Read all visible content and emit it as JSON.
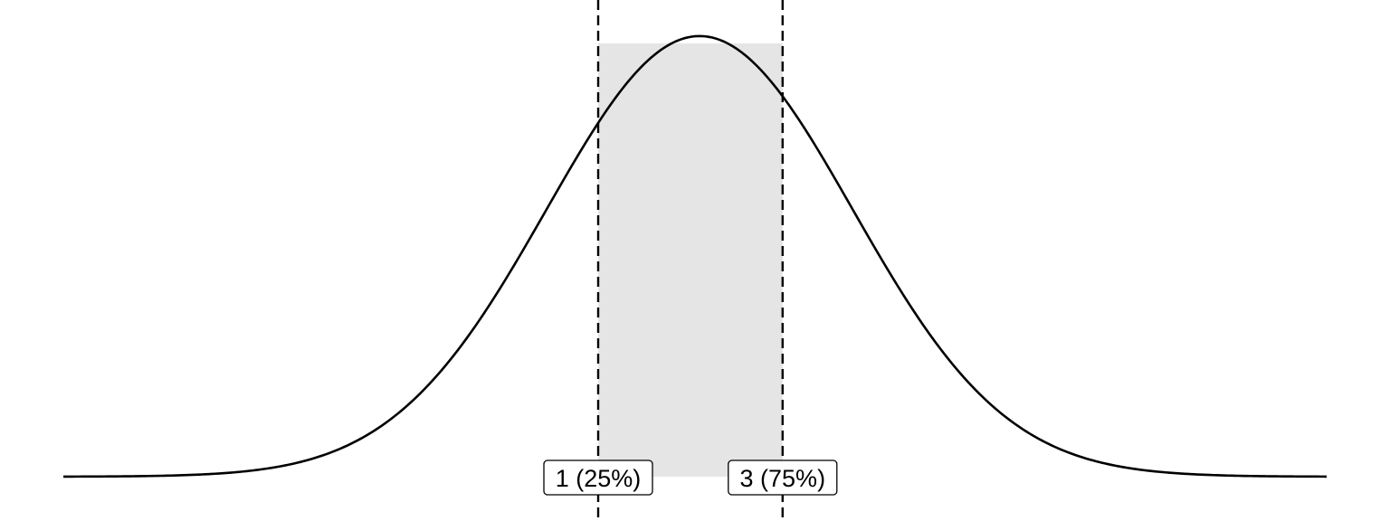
{
  "chart_data": {
    "type": "area",
    "title": "",
    "xlabel": "",
    "ylabel": "",
    "grid": false,
    "legend": "none",
    "distribution": {
      "name": "",
      "mean": 2.1,
      "sd": 1.66,
      "xlim": [
        -4.8,
        8.9
      ],
      "ylim": [
        0,
        0.26
      ]
    },
    "shaded_interval": {
      "from": 1,
      "to": 3,
      "color": "#e5e5e5"
    },
    "quantile_lines": [
      {
        "x": 1,
        "label": "1 (25%)"
      },
      {
        "x": 3,
        "label": "3 (75%)"
      }
    ],
    "colors": {
      "curve": "#000000",
      "shade": "#e5e5e5",
      "label_border": "#000000",
      "label_fill": "#ffffff"
    }
  }
}
